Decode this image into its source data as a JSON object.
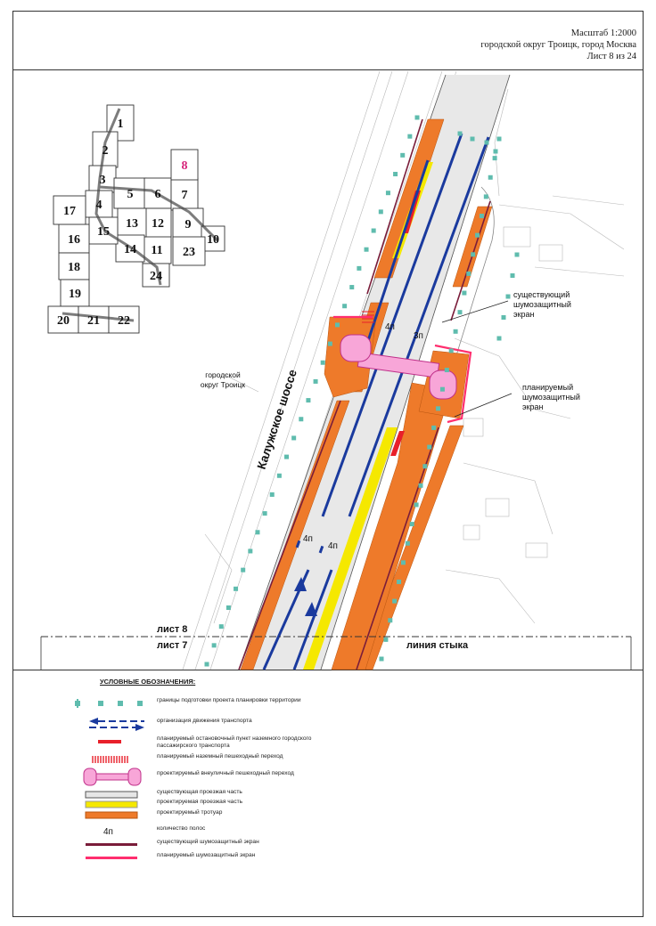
{
  "header": {
    "scale": "Масштаб 1:2000",
    "district": "городской округ Троицк, город Москва",
    "sheet": "Лист 8 из 24"
  },
  "index_map": {
    "sheets": [
      "1",
      "2",
      "3",
      "4",
      "5",
      "6",
      "7",
      "8",
      "9",
      "10",
      "11",
      "12",
      "13",
      "14",
      "15",
      "16",
      "17",
      "18",
      "19",
      "20",
      "21",
      "22",
      "23",
      "24"
    ],
    "current_sheet": "8"
  },
  "map_labels": {
    "district": "городской\nокруг Троицк",
    "road": "Калужское шоссе",
    "lanes_4a": "4п",
    "lanes_3": "3п",
    "lanes_4b": "4п",
    "lanes_4c": "4п",
    "sheet_above": "лист 8",
    "sheet_below": "лист 7",
    "junction_line": "линия стыка",
    "callout_existing_screen": "существующий\nшумозащитный\nэкран",
    "callout_planned_screen": "планируемый\nшумозащитный\nэкран"
  },
  "legend": {
    "title": "УСЛОВНЫЕ ОБОЗНАЧЕНИЯ:",
    "items": [
      {
        "symbol": "boundary",
        "text": "границы подготовки проекта планировки территории"
      },
      {
        "symbol": "traffic",
        "text": "организация движения транспорта"
      },
      {
        "symbol": "stop",
        "text": "планируемый остановочный пункт наземного городского пассажирского транспорта"
      },
      {
        "symbol": "crossing",
        "text": "планируемый наземный пешеходный переход"
      },
      {
        "symbol": "underpass",
        "text": "проектируемый внеуличный пешеходный переход"
      },
      {
        "symbol": "road-existing",
        "text": "существующая проезжая часть"
      },
      {
        "symbol": "road-planned",
        "text": "проектируемая проезжая часть"
      },
      {
        "symbol": "sidewalk",
        "text": "проектируемый тротуар"
      },
      {
        "symbol": "lanes",
        "text": "количество полос",
        "sample": "4п"
      },
      {
        "symbol": "screen-existing",
        "text": "существующий шумозащитный экран"
      },
      {
        "symbol": "screen-planned",
        "text": "планируемый шумозащитный экран"
      }
    ]
  },
  "colors": {
    "sidewalk": "#ee7a2a",
    "road_planned": "#f5e800",
    "road_existing": "#e6e6e6",
    "lane": "#1a3a9e",
    "boundary": "#5fbcae",
    "stop": "#e8202a",
    "underpass": "#f8a6d8",
    "screen_planned": "#ff2e6e",
    "screen_existing": "#7a1d3a"
  }
}
